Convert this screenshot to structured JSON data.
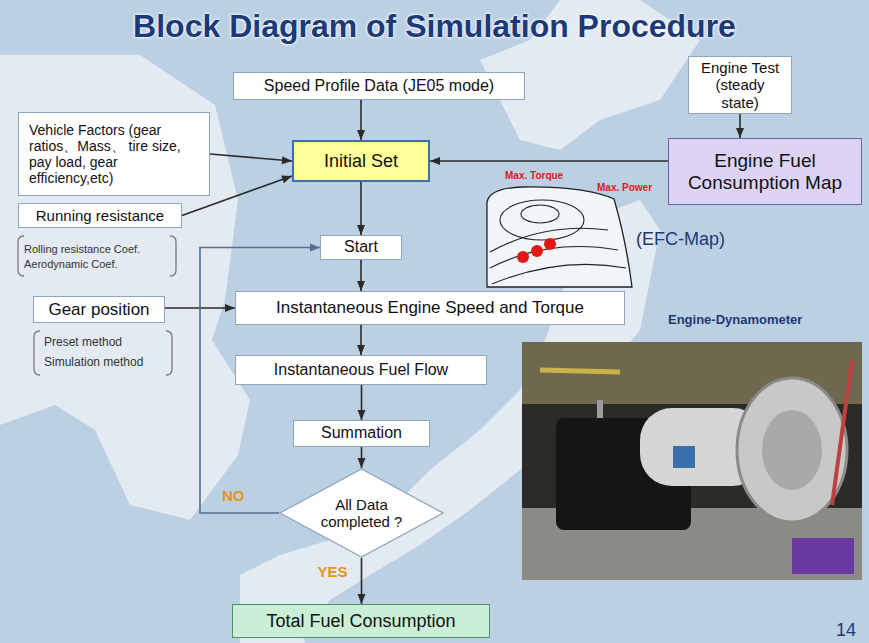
{
  "diagram": {
    "title": "Block Diagram of Simulation Procedure",
    "nodes": [
      {
        "text": [
          "Speed Profile Data (JE05 mode)"
        ]
      },
      {
        "text": [
          "Engine Test (steady state)"
        ]
      },
      {
        "text": [
          "Vehicle Factors (gear ratios、Mass、 tire size, pay load, gear efficiency,etc)"
        ]
      },
      {
        "text": [
          "Initial Set"
        ]
      },
      {
        "text": [
          "Engine Fuel Consumption Map"
        ]
      },
      {
        "text": [
          "Running resistance"
        ]
      },
      {
        "text": [
          "Start"
        ]
      },
      {
        "text": [
          "Gear position"
        ]
      },
      {
        "text": [
          "Instantaneous Engine Speed and Torque"
        ]
      },
      {
        "text": [
          "Instantaneous Fuel Flow"
        ]
      },
      {
        "text": [
          "Summation"
        ]
      },
      {
        "text": [
          "All Data completed ?"
        ]
      },
      {
        "text": [
          "Total Fuel Consumption"
        ]
      }
    ],
    "edges": [
      {
        "from": 0,
        "to": 3,
        "arrow": "to"
      },
      {
        "from": 2,
        "to": 3,
        "arrow": "to"
      },
      {
        "from": 5,
        "to": 3,
        "arrow": "to"
      },
      {
        "from": 1,
        "to": 4,
        "arrow": "to"
      },
      {
        "from": 4,
        "to": 3,
        "arrow": "to"
      },
      {
        "from": 3,
        "to": 6,
        "arrow": "to"
      },
      {
        "from": 6,
        "to": 8,
        "arrow": "to"
      },
      {
        "from": 7,
        "to": 8,
        "arrow": "to"
      },
      {
        "from": 8,
        "to": 9,
        "arrow": "to"
      },
      {
        "from": 9,
        "to": 10,
        "arrow": "to"
      },
      {
        "from": 10,
        "to": 11,
        "arrow": "to"
      },
      {
        "from": 11,
        "to": 6,
        "label": "NO",
        "arrow": "to"
      },
      {
        "from": 11,
        "to": 12,
        "label": "YES",
        "arrow": "to"
      }
    ],
    "labels": [
      "Rolling resistance Coef.",
      "Aerodynamic Coef.",
      "Preset method",
      "Simulation method",
      "Max. Torque",
      "Max. Power",
      "(EFC-Map)",
      "Engine-Dynamometer",
      "14"
    ]
  }
}
